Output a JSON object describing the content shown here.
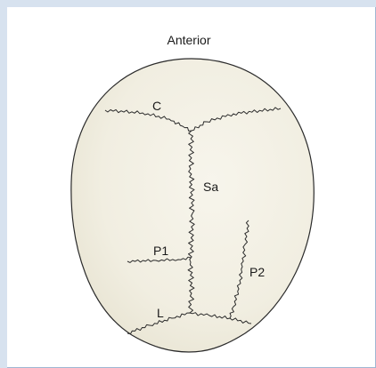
{
  "figure": {
    "orientation_label": "Anterior",
    "labels": {
      "c": "C",
      "sa": "Sa",
      "p1": "P1",
      "p2": "P2",
      "l": "L"
    }
  },
  "colors": {
    "skull_fill": "#f2efe2",
    "skull_outline": "#2b2b2b",
    "frame_accent": "#d7e2ef",
    "frame_border": "#9fb6d2"
  }
}
